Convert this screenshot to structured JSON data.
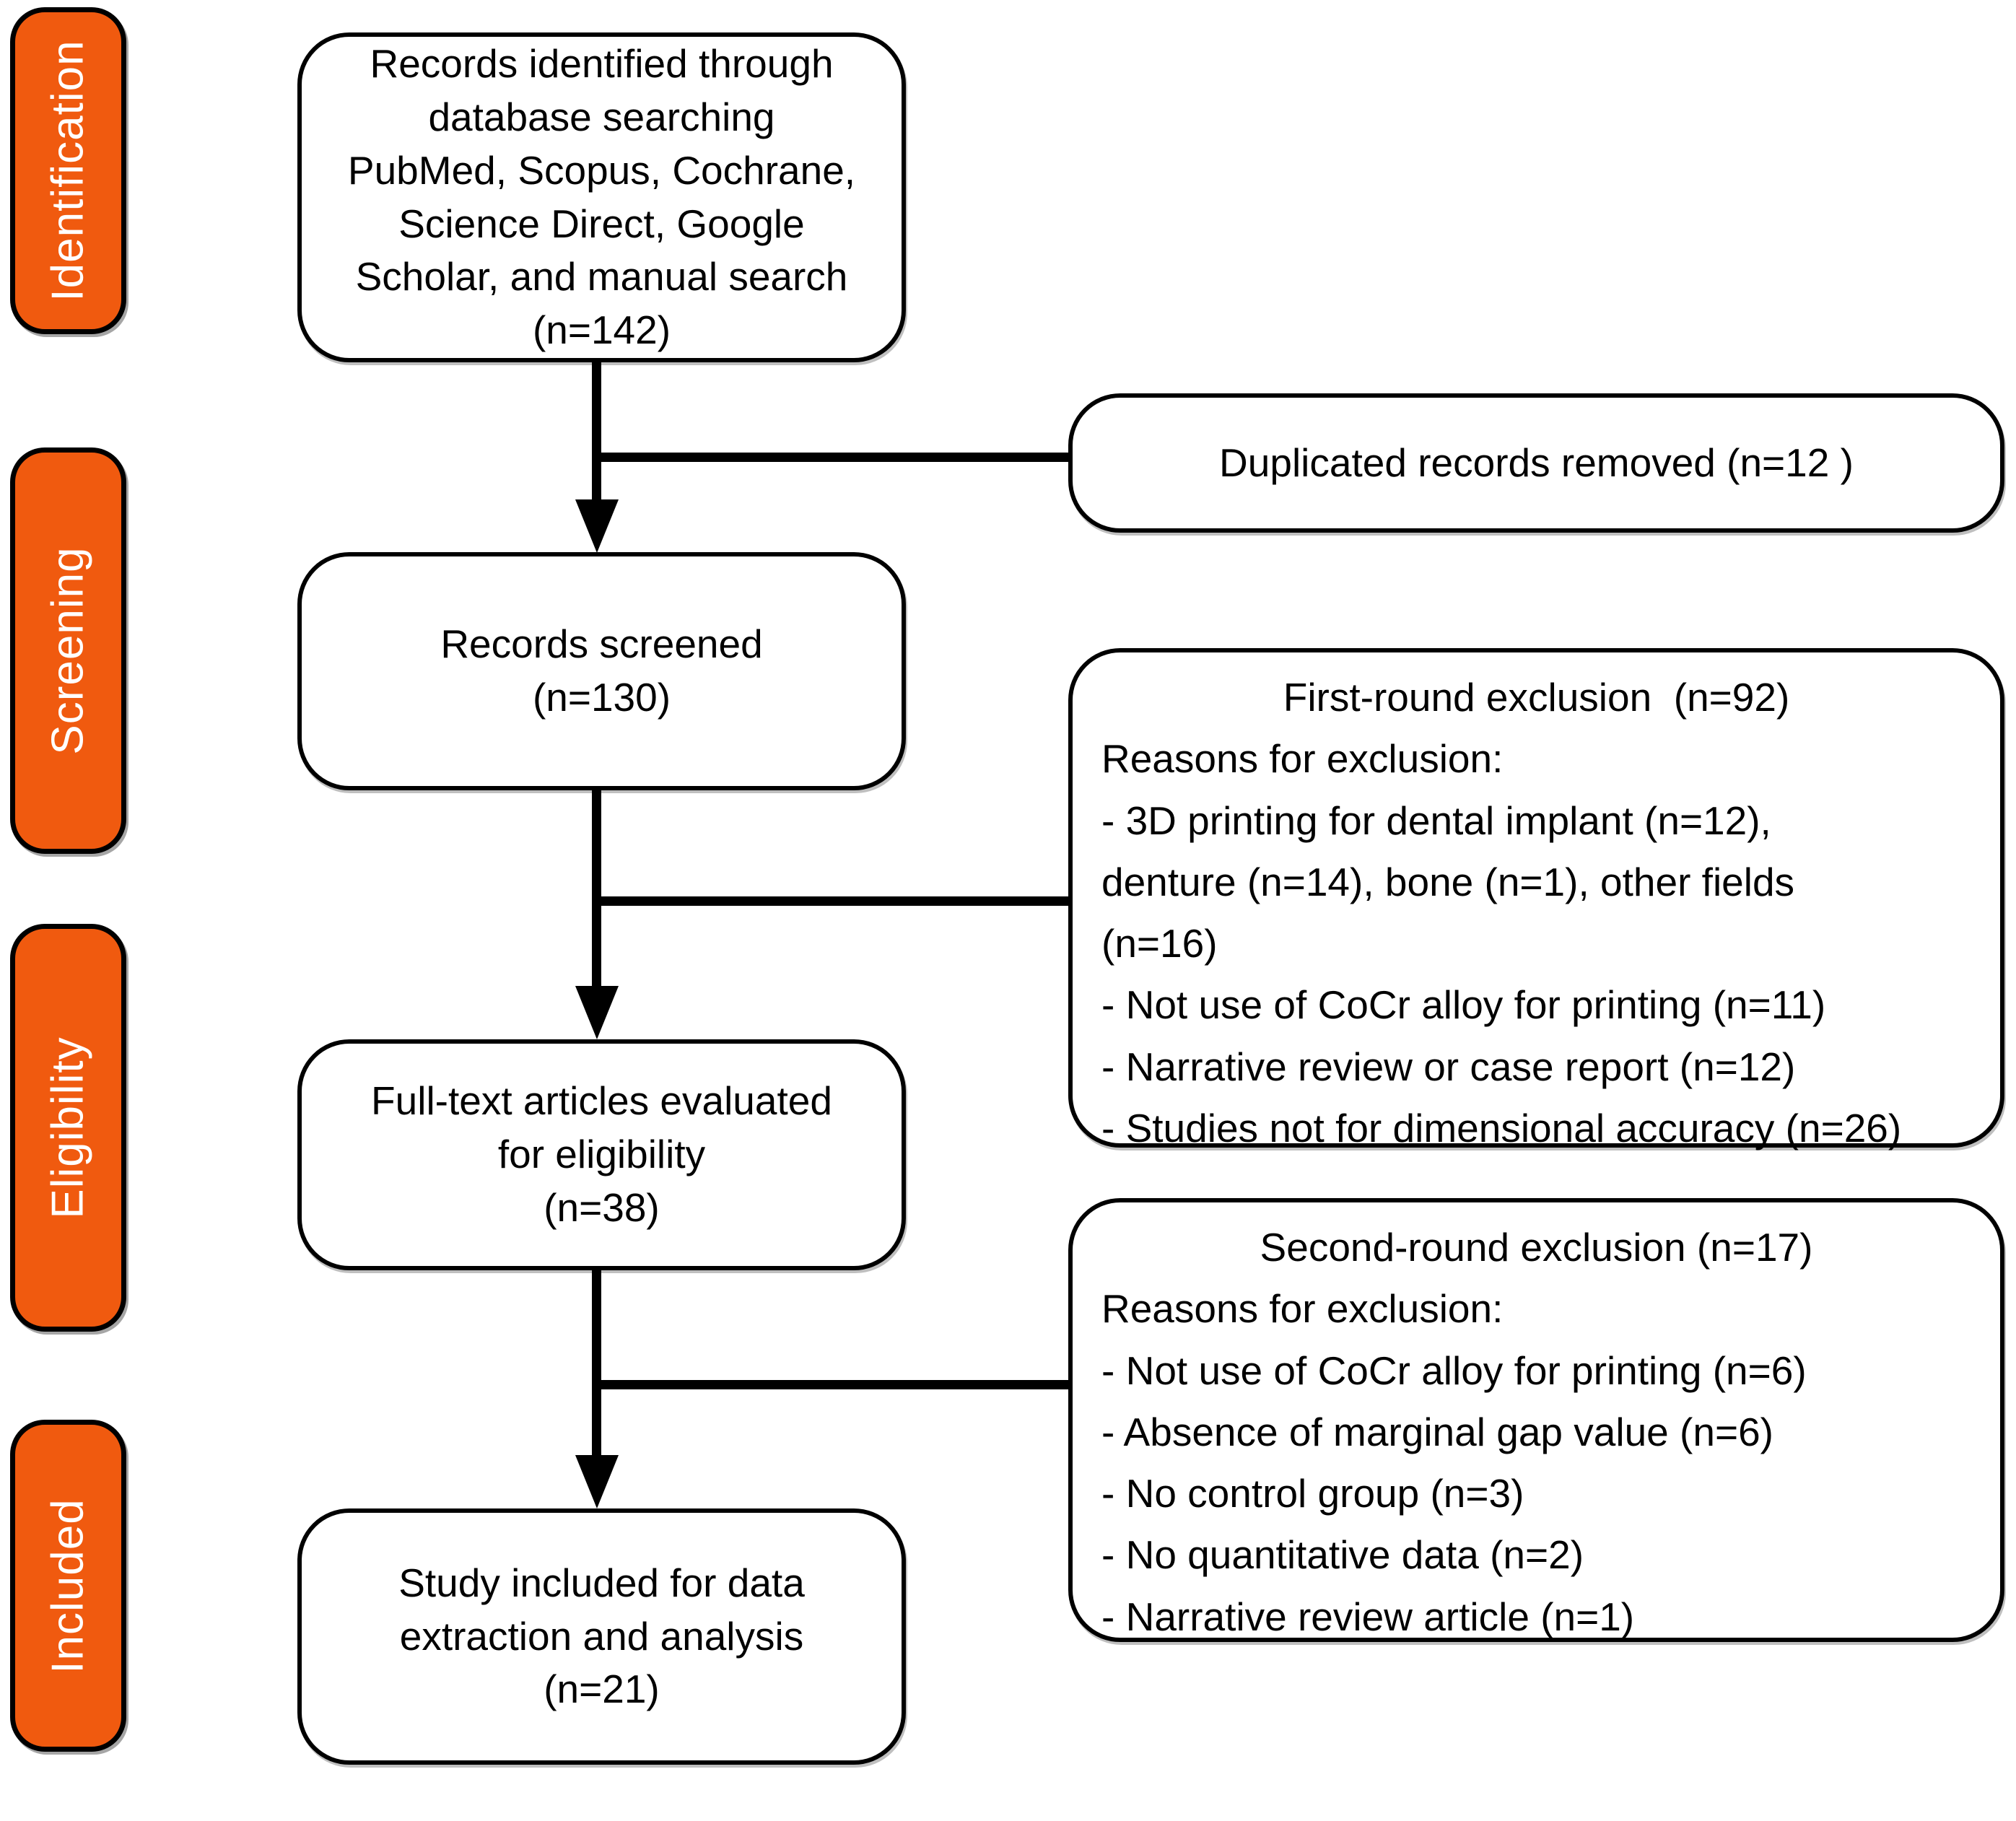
{
  "stages": [
    {
      "label": "Identification"
    },
    {
      "label": "Screening"
    },
    {
      "label": "Eligibility"
    },
    {
      "label": "Included"
    }
  ],
  "flow": [
    {
      "text": "Records identified through\ndatabase searching\nPubMed, Scopus, Cochrane,\nScience Direct, Google\nScholar, and manual search\n(n=142)"
    },
    {
      "text": "Records screened\n(n=130)"
    },
    {
      "text": "Full-text articles evaluated\nfor eligibility\n(n=38)"
    },
    {
      "text": "Study included for data\nextraction and analysis\n(n=21)"
    }
  ],
  "side": [
    {
      "body": "Duplicated records removed (n=12 )"
    },
    {
      "title": "First-round exclusion  (n=92)",
      "body": "Reasons for exclusion:\n- 3D printing for dental implant (n=12),\ndenture (n=14), bone (n=1), other fields\n(n=16)\n- Not use of CoCr alloy for printing (n=11)\n- Narrative review or case report (n=12)\n- Studies not for dimensional accuracy (n=26)"
    },
    {
      "title": "Second-round exclusion (n=17)",
      "body": "Reasons for exclusion:\n- Not use of CoCr alloy for printing (n=6)\n- Absence of marginal gap value (n=6)\n- No control group (n=3)\n- No quantitative data (n=2)\n- Narrative review article (n=1)"
    }
  ],
  "counts": {
    "records_identified": 142,
    "duplicates_removed": 12,
    "records_screened": 130,
    "first_round_excluded": 92,
    "fulltext_evaluated": 38,
    "second_round_excluded": 17,
    "studies_included": 21
  },
  "colors": {
    "stage_fill": "#F05A0F",
    "stage_text": "#FFFFFF",
    "box_border": "#000000",
    "background": "#FFFFFF"
  }
}
